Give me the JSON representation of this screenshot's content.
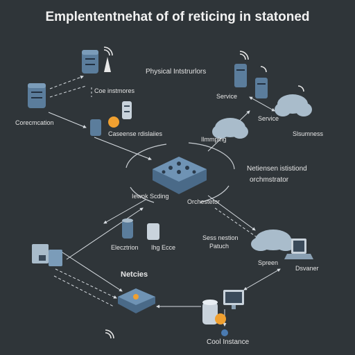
{
  "title": "Emplententnehat of of reticing in statoned",
  "labels": {
    "physical": "Physical Intstrurlors",
    "coe": "Coe instmores",
    "corecmcation": "Corecmcation",
    "caseense": "Caseense rdislaiies",
    "service_left": "Service",
    "service_mid": "Service",
    "slsumness": "Slsumness",
    "ilmmping": "Ilmmping",
    "netensen": "Netiensen ististiond",
    "orchmstrator": "orchmstrator",
    "newok": "Iewok Scding",
    "orchestetor": "Orchestetor",
    "elecztrion": "Elecztrion",
    "ihg_ecce": "Ihg Ecce",
    "seas": "Sess nestion",
    "patuch": "Patuch",
    "spreen": "Spreen",
    "dsvaner": "Dsvaner",
    "netcies": "Netcies",
    "cool": "Cool Instance"
  },
  "colors": {
    "background": "#2f3539",
    "panel": "#5b7d9c",
    "accent": "#f0a030",
    "line": "#d8dde2"
  },
  "icons": [
    "server-stack-icon",
    "wifi-icon",
    "cell-tower-icon",
    "cloud-icon",
    "hub-icon",
    "laptop-icon",
    "monitor-icon",
    "desktop-icon",
    "database-icon",
    "router-icon"
  ]
}
